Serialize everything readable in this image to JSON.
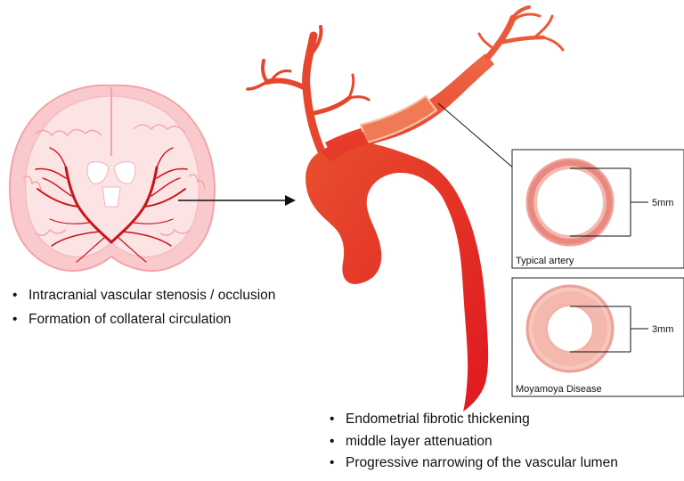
{
  "left_bullets": [
    "Intracranial vascular stenosis / occlusion",
    "Formation of collateral circulation"
  ],
  "right_bullets": [
    "Endometrial fibrotic thickening",
    "middle layer attenuation",
    "Progressive narrowing of the vascular lumen"
  ],
  "typical_box": {
    "caption": "Typical artery",
    "dimension": "5mm"
  },
  "moyamoya_box": {
    "caption": "Moyamoya Disease",
    "dimension": "3mm"
  },
  "colors": {
    "artery_red": "#e8222a",
    "artery_orange": "#ea5a3a",
    "brain_pink": "#f9c9cc",
    "vessel_wall": "#f0a39d",
    "lumen": "#ffffff"
  }
}
